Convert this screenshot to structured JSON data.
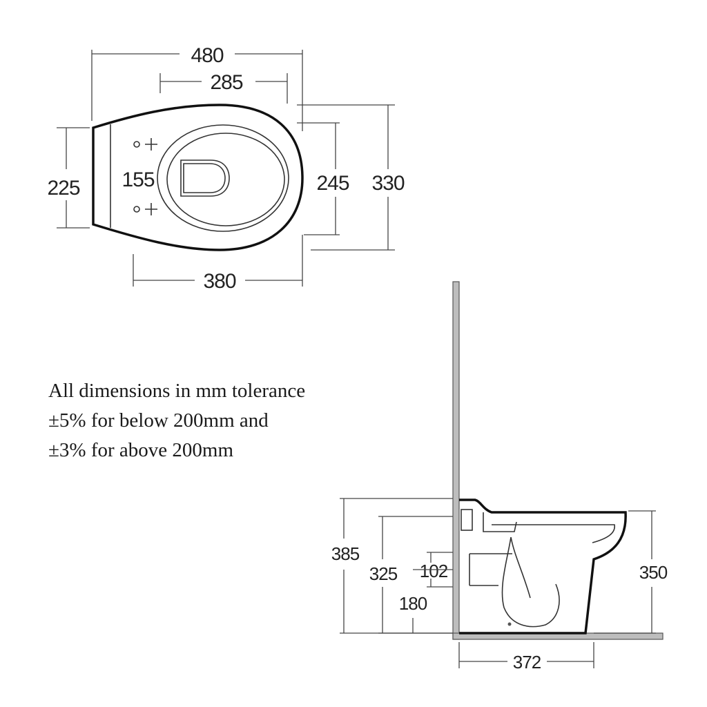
{
  "plan_view": {
    "width_overall": "480",
    "width_inner": "285",
    "depth_rear": "225",
    "fixing_centres": "155",
    "bowl_depth": "245",
    "depth_overall": "330",
    "length_bowl": "380"
  },
  "side_view": {
    "height_top": "385",
    "height_waste_upper": "325",
    "waste_diameter": "102",
    "waste_height": "180",
    "rim_height": "350",
    "projection": "372"
  },
  "note": {
    "line1": "All dimensions in mm tolerance",
    "line2": "±5% for below 200mm and",
    "line3": "±3% for above 200mm"
  }
}
